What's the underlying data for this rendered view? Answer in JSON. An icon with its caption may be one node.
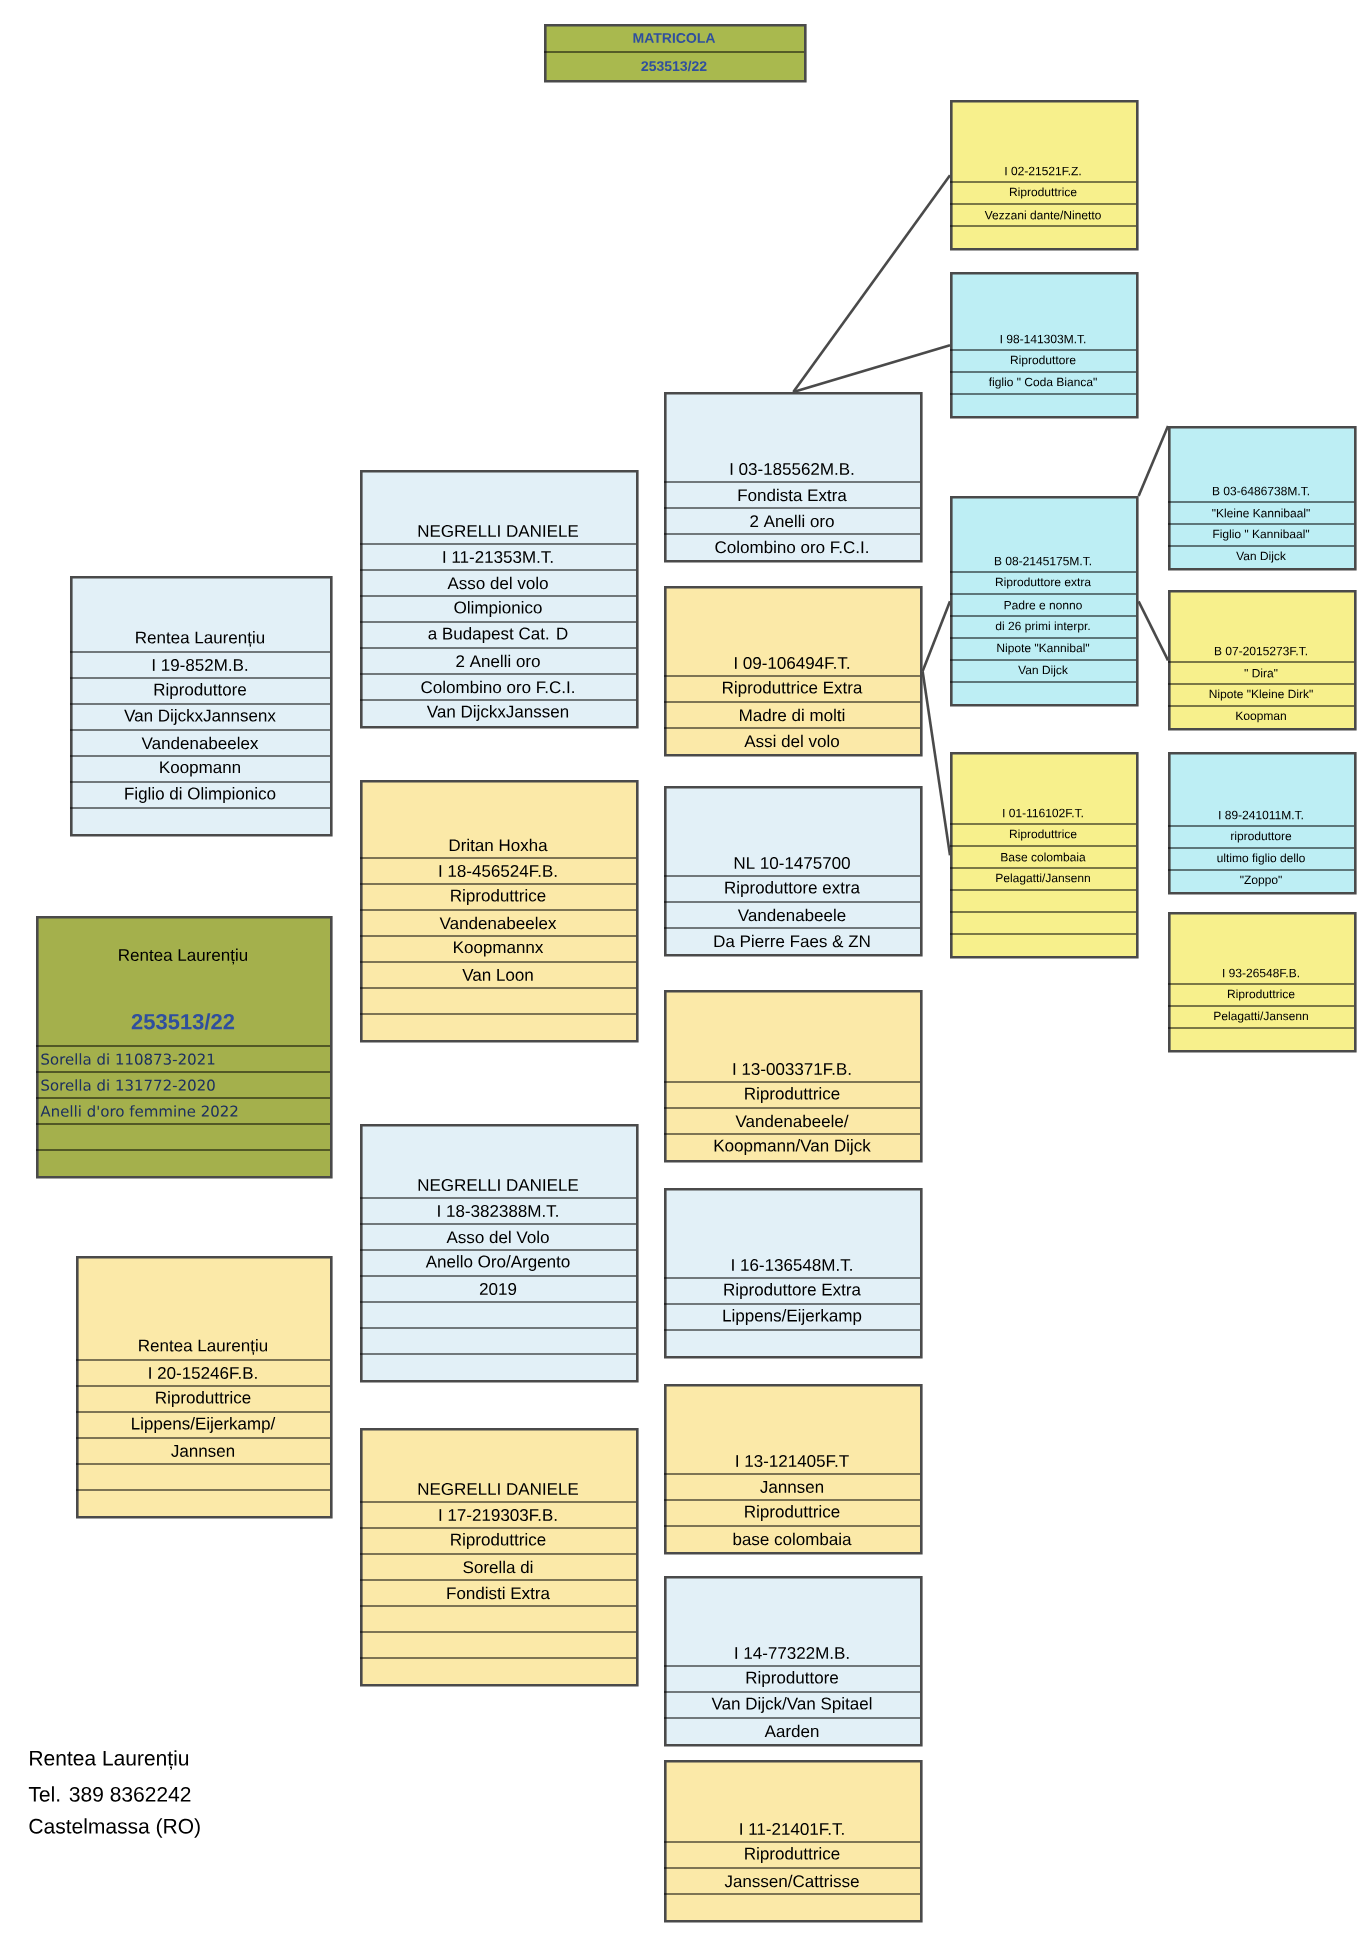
{
  "diagram": {
    "nodes": [
      {
        "text": [
          "MATRICOLA",
          "253513/22"
        ]
      },
      {
        "text": [
          "Rentea Laurențiu",
          "I 19-852M.B.",
          "Riproduttore",
          "Van DijckxJannsenx",
          "Vandenabeelex",
          "Koopmann",
          "Figlio di Olimpionico"
        ]
      },
      {
        "text": [
          "Rentea Laurențiu",
          "253513/22",
          "Sorella di 110873-2021",
          "Sorella di 131772-2020",
          "Anelli d'oro femmine 2022"
        ]
      },
      {
        "text": [
          "Rentea Laurențiu",
          "I 20-15246F.B.",
          "Riproduttrice",
          "Lippens/Eijerkamp/",
          "Jannsen"
        ]
      },
      {
        "text": [
          "NEGRELLI DANIELE",
          "I 11-21353M.T.",
          "Asso del volo",
          "Olimpionico",
          "a Budapest Cat. D",
          "2 Anelli oro",
          "Colombino oro F.C.I.",
          "Van DijckxJanssen"
        ]
      },
      {
        "text": [
          "Dritan Hoxha",
          "I 18-456524F.B.",
          "Riproduttrice",
          "Vandenabeelex",
          "Koopmannx",
          "Van Loon"
        ]
      },
      {
        "text": [
          "NEGRELLI DANIELE",
          "I 18-382388M.T.",
          "Asso del Volo",
          "Anello Oro/Argento",
          "2019"
        ]
      },
      {
        "text": [
          "NEGRELLI DANIELE",
          "I 17-219303F.B.",
          "Riproduttrice",
          "Sorella di",
          "Fondisti Extra"
        ]
      },
      {
        "text": [
          "I 03-185562M.B.",
          "Fondista Extra",
          "2 Anelli oro",
          "Colombino oro F.C.I."
        ]
      },
      {
        "text": [
          "I 09-106494F.T.",
          "Riproduttrice Extra",
          "Madre di molti",
          "Assi del volo"
        ]
      },
      {
        "text": [
          "NL 10-1475700",
          "Riproduttore extra",
          "Vandenabeele",
          "Da Pierre Faes & ZN"
        ]
      },
      {
        "text": [
          "I 13-003371F.B.",
          "Riproduttrice",
          "Vandenabeele/",
          "Koopmann/Van Dijck"
        ]
      },
      {
        "text": [
          "I 16-136548M.T.",
          "Riproduttore Extra",
          "Lippens/Eijerkamp"
        ]
      },
      {
        "text": [
          "I 13-121405F.T",
          "Jannsen",
          "Riproduttrice",
          "base colombaia"
        ]
      },
      {
        "text": [
          "I 14-77322M.B.",
          "Riproduttore",
          "Van Dijck/Van Spitael",
          "Aarden"
        ]
      },
      {
        "text": [
          "I 11-21401F.T.",
          "Riproduttrice",
          "Janssen/Cattrisse"
        ]
      },
      {
        "text": [
          "I 02-21521F.Z.",
          "Riproduttrice",
          "Vezzani dante/Ninetto"
        ]
      },
      {
        "text": [
          "I 98-141303M.T.",
          "Riproduttore",
          "figlio \" Coda Bianca\""
        ]
      },
      {
        "text": [
          "B 08-2145175M.T.",
          "Riproduttore extra",
          "Padre e nonno",
          "di 26 primi interpr.",
          "Nipote \"Kannibal\"",
          "Van Dijck"
        ]
      },
      {
        "text": [
          "I 01-116102F.T.",
          "Riproduttrice",
          "Base colombaia",
          "Pelagatti/Jansenn"
        ]
      },
      {
        "text": [
          "B 03-6486738M.T.",
          "\"Kleine Kannibaal\"",
          "Figlio \" Kannibaal\"",
          "Van Dijck"
        ]
      },
      {
        "text": [
          "B 07-2015273F.T.",
          "\" Dira\"",
          "Nipote \"Kleine Dirk\"",
          "Koopman"
        ]
      },
      {
        "text": [
          "I 89-241011M.T.",
          "riproduttore",
          "ultimo figlio dello",
          "\"Zoppo\""
        ]
      },
      {
        "text": [
          "I 93-26548F.B.",
          "Riproduttrice",
          "Pelagatti/Jansenn"
        ]
      }
    ],
    "edges": [
      {
        "from": 8,
        "to": 16,
        "arrow": "none"
      },
      {
        "from": 8,
        "to": 17,
        "arrow": "none"
      },
      {
        "from": 9,
        "to": 18,
        "arrow": "none"
      },
      {
        "from": 9,
        "to": 19,
        "arrow": "none"
      },
      {
        "from": 18,
        "to": 20,
        "arrow": "none"
      },
      {
        "from": 18,
        "to": 21,
        "arrow": "none"
      }
    ],
    "labels": [
      "Rentea Laurențiu",
      "Tel. 389 8362242",
      "Castelmassa (RO)"
    ]
  }
}
